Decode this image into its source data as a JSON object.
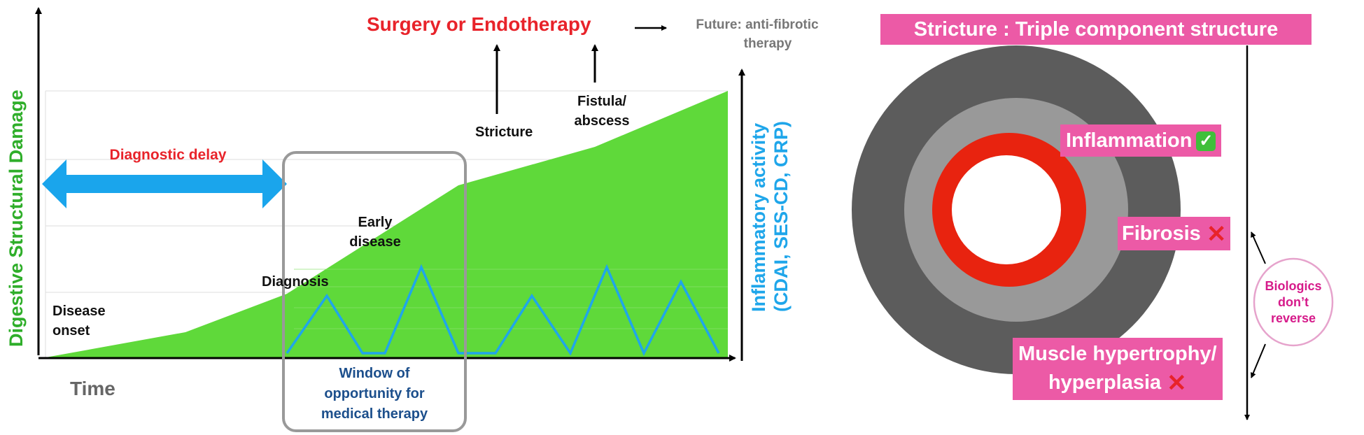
{
  "left": {
    "y_axis_left_label": "Digestive Structural Damage",
    "y_axis_right_label_line1": "Inflammatory activity",
    "y_axis_right_label_line2": "(CDAI, SES-CD, CRP)",
    "x_axis_label": "Time",
    "diagnostic_delay": "Diagnostic delay",
    "disease_onset_line1": "Disease",
    "disease_onset_line2": "onset",
    "diagnosis": "Diagnosis",
    "early_disease_line1": "Early",
    "early_disease_line2": "disease",
    "window_line1": "Window of",
    "window_line2": "opportunity for",
    "window_line3": "medical therapy",
    "stricture": "Stricture",
    "fistula_line1": "Fistula/",
    "fistula_line2": "abscess",
    "surgery": "Surgery or Endotherapy",
    "future_line1": "Future: anti-fibrotic",
    "future_line2": "therapy"
  },
  "right": {
    "title": "Stricture : Triple component structure",
    "inflammation": "Inflammation",
    "fibrosis": "Fibrosis",
    "muscle_line1": "Muscle hypertrophy/",
    "muscle_line2": "hyperplasia",
    "biologics_line1": "Biologics",
    "biologics_line2": "don’t",
    "biologics_line3": "reverse"
  },
  "colors": {
    "damage_fill": "#5fd93a",
    "inflammation_line": "#1fa6ea",
    "delay_arrow": "#1aa5ec",
    "red_text": "#e8232a",
    "window_box": "#999999",
    "pink": "#ec5aa6",
    "ring_outer": "#5c5c5c",
    "ring_middle": "#999999",
    "ring_inner": "#e8230f",
    "biologics_text": "#d61a8a"
  },
  "icons": {
    "check": "check-mark-icon",
    "cross": "cross-mark-icon"
  },
  "symbols": {
    "check": "✓",
    "cross": "✕"
  }
}
